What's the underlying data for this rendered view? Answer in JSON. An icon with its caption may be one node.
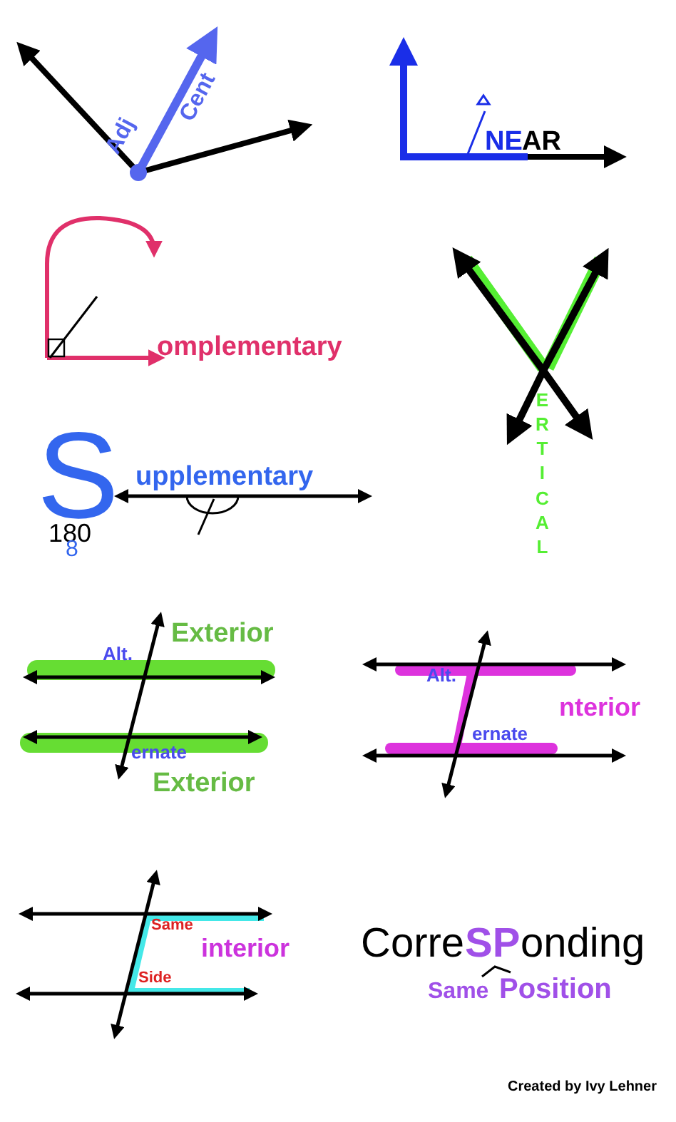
{
  "diagram": {
    "labels": [
      "Adj",
      "Cent",
      "NE",
      "AR",
      "omplementary",
      "ERTICAL",
      "S",
      "upplementary",
      "180",
      "8",
      "Alt.",
      "Exterior",
      "ernate",
      "Exterior",
      "Alt.",
      "nterior",
      "ernate",
      "Same",
      "interior",
      "Side",
      "Corre",
      "SP",
      "onding",
      "Same",
      "Position",
      "Created by Ivy Lehner"
    ]
  }
}
